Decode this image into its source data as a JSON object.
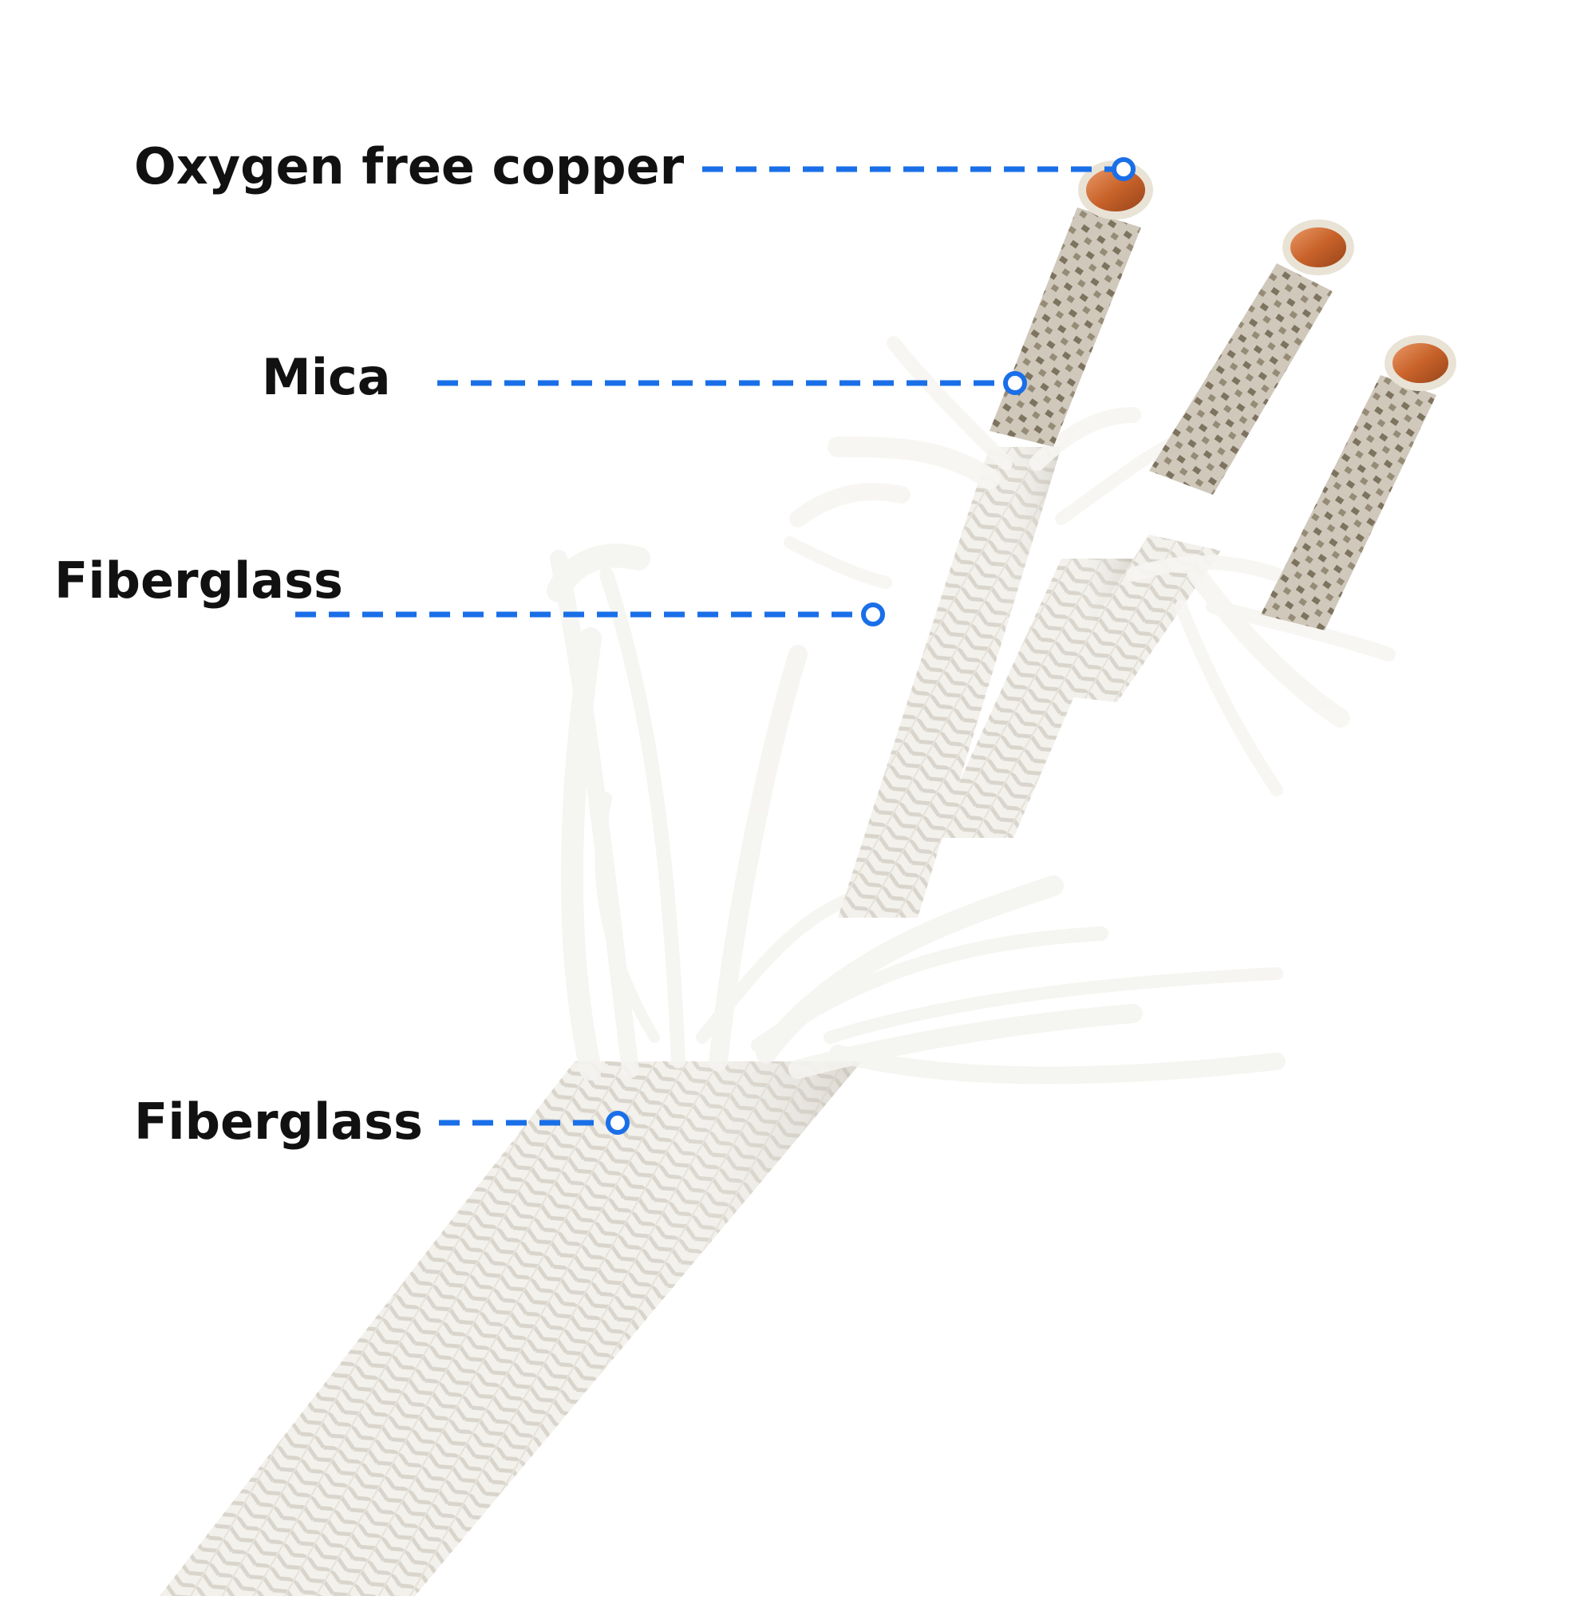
{
  "labels": {
    "copper": "Oxygen free copper",
    "mica": "Mica",
    "fiberglass_inner": "Fiberglass",
    "fiberglass_outer": "Fiberglass"
  },
  "colors": {
    "leader_line": "#1a6fe8",
    "text": "#111111",
    "background": "#ffffff",
    "copper": "#c8622a",
    "mica": "#8a8070",
    "fiberglass": "#f2f0eb"
  }
}
